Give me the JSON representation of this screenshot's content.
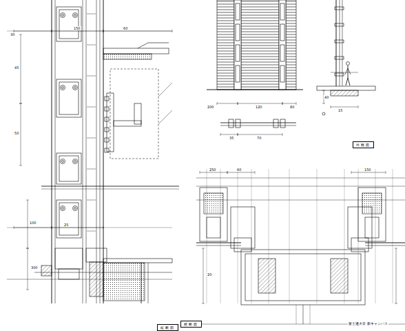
{
  "diagram": {
    "nodes": [
      {
        "text": [
          "外観図"
        ]
      },
      {
        "text": [
          "縦断図"
        ]
      },
      {
        "text": [
          "横断図"
        ]
      }
    ],
    "labels": [
      "30",
      "150",
      "60",
      "45",
      "50",
      "100",
      "25",
      "300",
      "200",
      "120",
      "80",
      "35",
      "70",
      "40",
      "15",
      "250",
      "60",
      "150",
      "20",
      "富士通大学 新キャンパス"
    ]
  }
}
